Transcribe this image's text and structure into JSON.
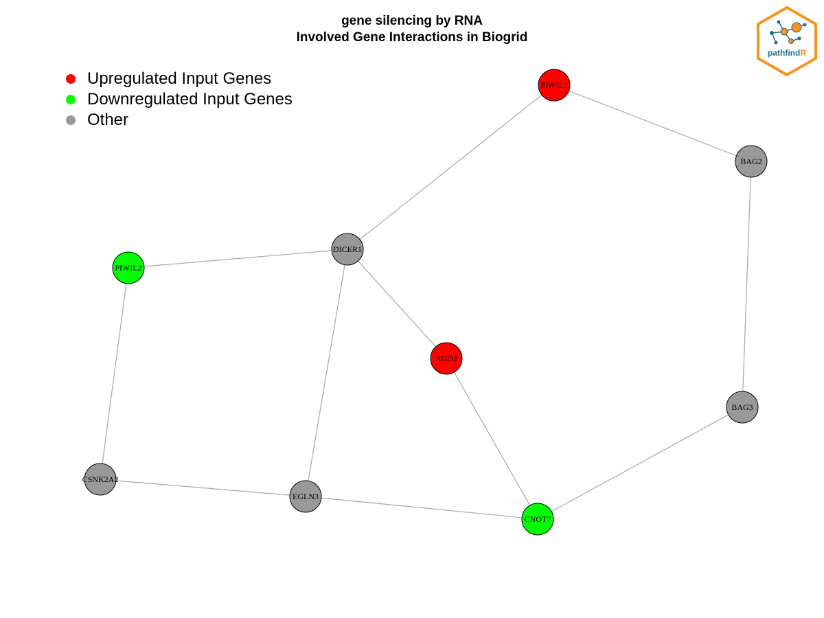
{
  "title_line1": "gene silencing by RNA",
  "title_line2": "Involved Gene Interactions in Biogrid",
  "legend": [
    {
      "label": "Upregulated Input Genes",
      "color": "#ff0000"
    },
    {
      "label": "Downregulated Input Genes",
      "color": "#00ff00"
    },
    {
      "label": "Other",
      "color": "#999999"
    }
  ],
  "logo": {
    "text_main": "pathfind",
    "text_accent": "R",
    "accent_color": "#f7931e",
    "text_color": "#1f6d8c"
  },
  "colors": {
    "upregulated": "#ff0000",
    "downregulated": "#00ff00",
    "other": "#999999",
    "edge": "#a6a6a6"
  },
  "nodes": [
    {
      "id": "PIWIL1",
      "status": "upregulated"
    },
    {
      "id": "BAG2",
      "status": "other"
    },
    {
      "id": "DICER1",
      "status": "other"
    },
    {
      "id": "PIWIL2",
      "status": "downregulated"
    },
    {
      "id": "AGO2",
      "status": "upregulated"
    },
    {
      "id": "BAG3",
      "status": "other"
    },
    {
      "id": "CSNK2A2",
      "status": "other"
    },
    {
      "id": "EGLN3",
      "status": "other"
    },
    {
      "id": "CNOT7",
      "status": "downregulated"
    }
  ],
  "edges": [
    [
      "PIWIL1",
      "BAG2"
    ],
    [
      "PIWIL1",
      "DICER1"
    ],
    [
      "BAG2",
      "BAG3"
    ],
    [
      "DICER1",
      "PIWIL2"
    ],
    [
      "DICER1",
      "AGO2"
    ],
    [
      "DICER1",
      "EGLN3"
    ],
    [
      "PIWIL2",
      "CSNK2A2"
    ],
    [
      "AGO2",
      "CNOT7"
    ],
    [
      "BAG3",
      "CNOT7"
    ],
    [
      "CSNK2A2",
      "EGLN3"
    ],
    [
      "EGLN3",
      "CNOT7"
    ]
  ]
}
